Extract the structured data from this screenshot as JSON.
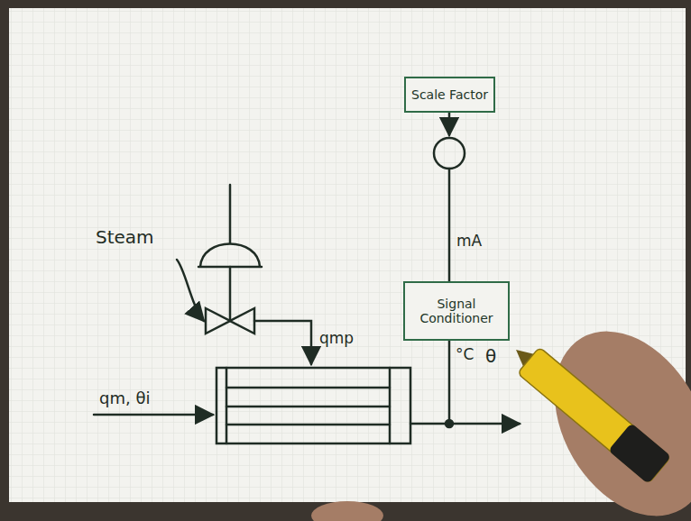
{
  "diagram": {
    "nodes": [
      {
        "text": [
          "Scale Factor"
        ]
      },
      {
        "text": [
          "Signal Conditioner"
        ]
      }
    ],
    "labels": [
      "Steam",
      "qm, θi",
      "qmp",
      "mA",
      "°C",
      "θ"
    ]
  }
}
